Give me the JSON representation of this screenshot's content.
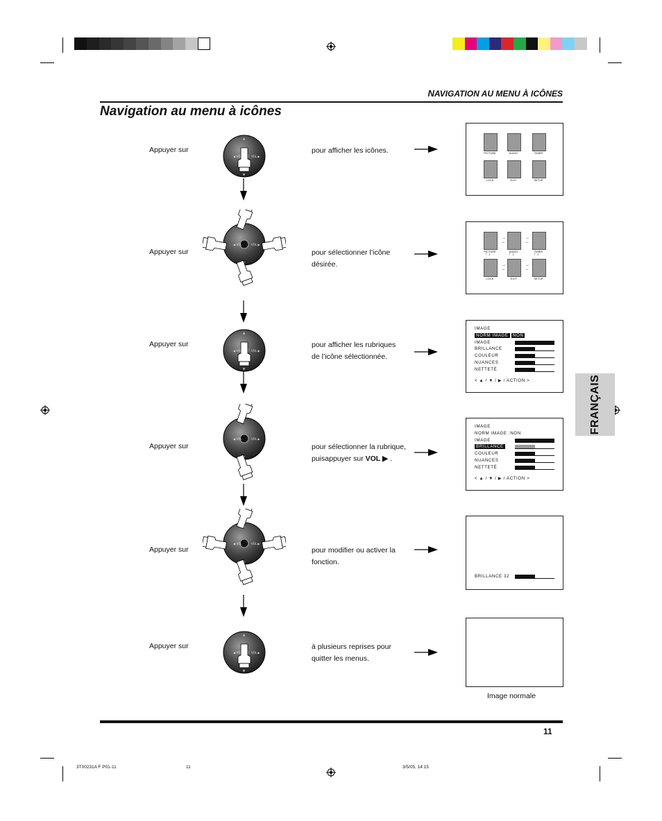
{
  "header": {
    "title_initial": "N",
    "title_rest": "AVIGATION AU MENU À ICÔNES"
  },
  "page_title": "Navigation au menu à icônes",
  "side_tab": "FRANÇAIS",
  "colors": {
    "gray_swatches": [
      "#111111",
      "#1e1e1e",
      "#2a2a2a",
      "#363636",
      "#444444",
      "#555555",
      "#6a6a6a",
      "#848484",
      "#a3a3a3",
      "#c6c6c6",
      "#ffffff"
    ],
    "color_swatches": [
      "#f5ec1a",
      "#e6007e",
      "#00a0e3",
      "#2b2a7d",
      "#d8262e",
      "#26a844",
      "#111111",
      "#fff27a",
      "#f29bc8",
      "#7fd1f3",
      "#c8c8c8"
    ],
    "side_tab_bg": "#d0d0d0"
  },
  "steps": [
    {
      "label": "Appuyer sur",
      "desc": "pour afficher les icônes.",
      "screen": "icons"
    },
    {
      "label": "Appuyer sur",
      "desc": "pour sélectionner l’icône\ndésirée.",
      "screen": "icons-arrows"
    },
    {
      "label": "Appuyer sur",
      "desc": "pour afficher les rubriques\nde l’icône sélectionnée.",
      "screen": "menu-1"
    },
    {
      "label": "Appuyer sur",
      "desc_prefix": "pour sélectionner la rubrique,\npuisappuyer sur ",
      "desc_vol": "VOL ▶",
      "desc_suffix": " .",
      "screen": "menu-2"
    },
    {
      "label": "Appuyer sur",
      "desc": "pour modifier ou activer la\nfonction.",
      "screen": "brillance"
    },
    {
      "label": "Appuyer sur",
      "desc": "à plusieurs reprises pour\nquitter les menus.",
      "screen": "blank"
    }
  ],
  "icon_menu": {
    "icons": [
      "PICTURE",
      "AUDIO",
      "TIMER",
      "LOCK",
      "EXIT",
      "SETUP"
    ]
  },
  "remote": {
    "vol_left": "VOL",
    "vol_right": "VOL",
    "ch": "CH"
  },
  "menu_1": {
    "title": "IMAGE",
    "rows": [
      {
        "label": "NORM IMAGE",
        "value": "NON",
        "highlight": true
      },
      {
        "label": "IMAGE",
        "level": 1.0
      },
      {
        "label": "BRILLANCE",
        "level": 0.5
      },
      {
        "label": "COULEUR",
        "level": 0.5
      },
      {
        "label": "NUANCES",
        "level": 0.5
      },
      {
        "label": "NETTETÉ",
        "level": 0.5
      }
    ],
    "hint": "< ▲ / ▼ / ▶ / ACTION >"
  },
  "menu_2": {
    "title": "IMAGE",
    "rows": [
      {
        "label": "NORM IMAGE",
        "value": ":NON",
        "highlight": false
      },
      {
        "label": "IMAGE",
        "level": 1.0
      },
      {
        "label": "BRILLANCE",
        "level": 0.5,
        "highlight": true
      },
      {
        "label": "COULEUR",
        "level": 0.5
      },
      {
        "label": "NUANCES",
        "level": 0.5
      },
      {
        "label": "NETTETÉ",
        "level": 0.5
      }
    ],
    "hint": "< ▲ / ▼ / ▶ / ACTION >"
  },
  "brillance_screen": {
    "label": "BRILLANCE",
    "value": "32",
    "level": 0.5
  },
  "blank_screen_caption": "Image normale",
  "page_number": "11",
  "footer": {
    "file": "3T00231A F P01-11",
    "page": "11",
    "date": "3/5/05, 14:15"
  }
}
